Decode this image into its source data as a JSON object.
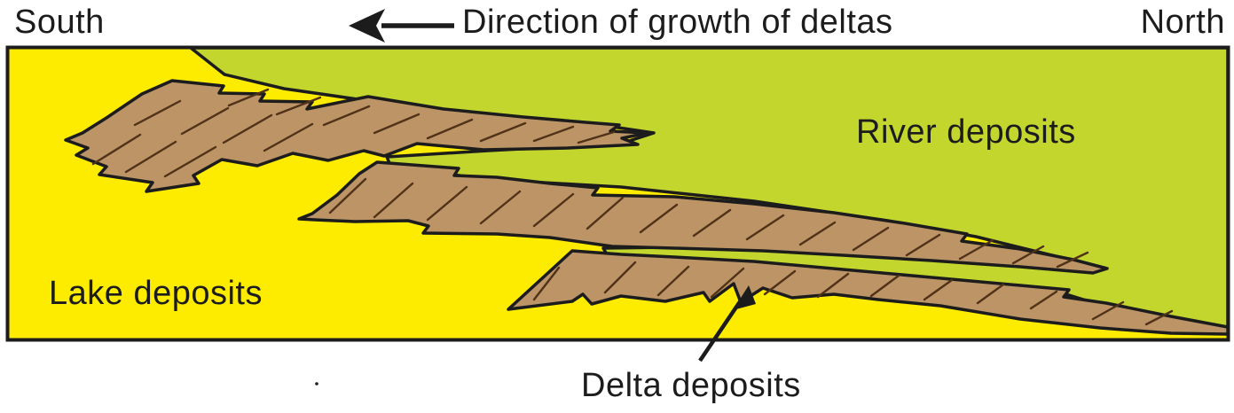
{
  "header": {
    "south_label": "South",
    "north_label": "North",
    "direction_label": "Direction of growth of deltas"
  },
  "diagram": {
    "river_label": "River deposits",
    "lake_label": "Lake deposits",
    "delta_label": "Delta deposits",
    "colors": {
      "lake_yellow": "#fdec00",
      "river_green": "#c3d62e",
      "delta_brown": "#bc9465",
      "hatch_brown": "#503219",
      "outline_black": "#1c1c1c"
    }
  }
}
